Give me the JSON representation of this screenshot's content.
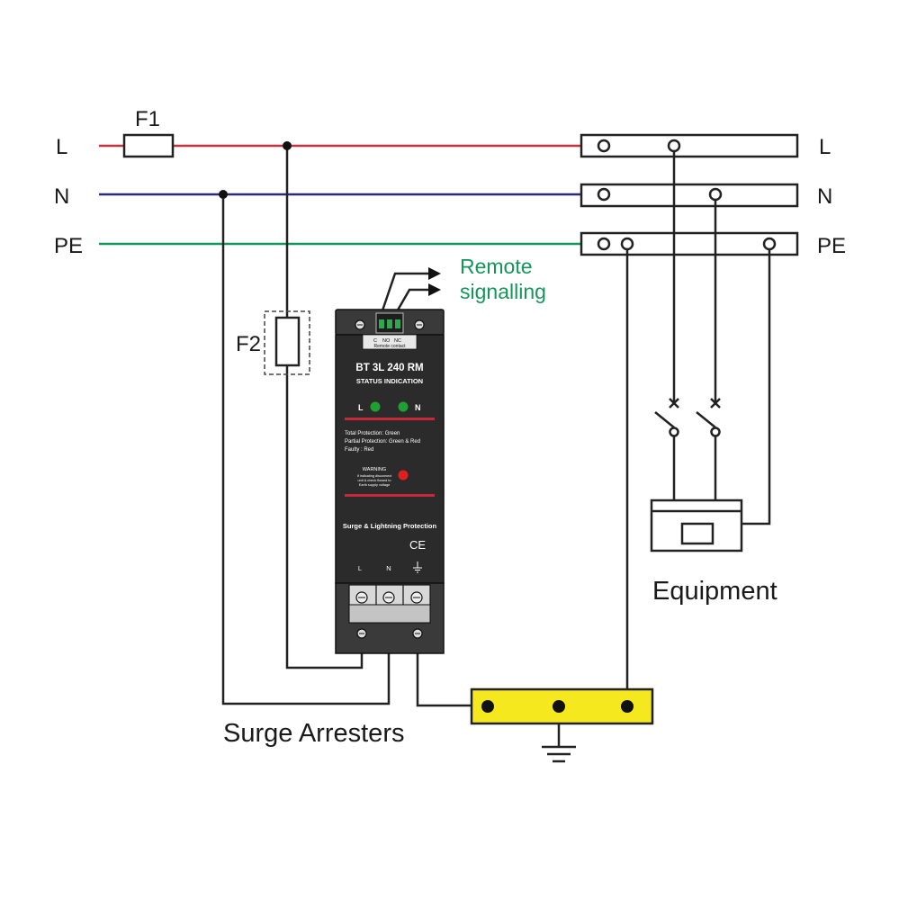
{
  "lines": {
    "L": {
      "label": "L",
      "color": "#c8323c"
    },
    "N": {
      "label": "N",
      "color": "#2c2a78"
    },
    "PE": {
      "label": "PE",
      "color": "#14965a"
    }
  },
  "fuses": {
    "f1": "F1",
    "f2": "F2"
  },
  "remote": {
    "line1": "Remote",
    "line2": "signalling",
    "color": "#14965a"
  },
  "device": {
    "contact_c": "C",
    "contact_no": "NO",
    "contact_nc": "NC",
    "contact_caption": "Remote contact",
    "model": "BT 3L 240 RM",
    "status": "STATUS INDICATION",
    "led_l": "L",
    "led_n": "N",
    "legend1": "Total Protection:  Green",
    "legend2": "Partial Protection:  Green & Red",
    "legend3": "Faulty :  Red",
    "warning_title": "WARNING",
    "warning1": "If indicating disconnect",
    "warning2": "unit & check flowed to",
    "warning3": "Earth supply voltage",
    "tagline": "Surge & Lightning Protection",
    "ce": "CE",
    "term_l": "L",
    "term_n": "N"
  },
  "equipment_label": "Equipment",
  "arresters_label": "Surge Arresters",
  "colors": {
    "earth_bar": "#f5e81e",
    "device_body": "#2b2b2b",
    "led_green": "#1fa032",
    "led_red": "#e02020",
    "stripe_red": "#c8283c"
  }
}
